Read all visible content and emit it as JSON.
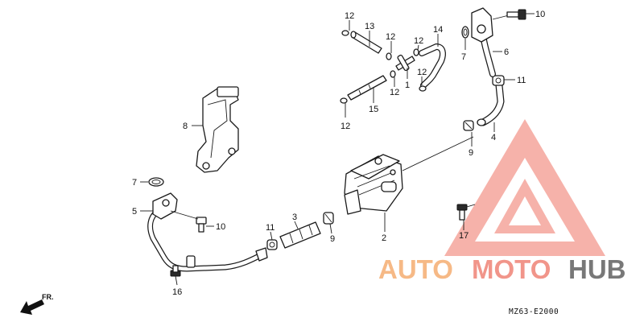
{
  "diagram": {
    "callouts": {
      "p1": "1",
      "p2": "2",
      "p3": "3",
      "p4": "4",
      "p5": "5",
      "p6": "6",
      "p7a": "7",
      "p7b": "7",
      "p8": "8",
      "p9a": "9",
      "p9b": "9",
      "p10a": "10",
      "p10b": "10",
      "p11a": "11",
      "p11b": "11",
      "p12a": "12",
      "p12b": "12",
      "p12c": "12",
      "p12d": "12",
      "p12e": "12",
      "p12f": "12",
      "p13": "13",
      "p14": "14",
      "p15": "15",
      "p16": "16",
      "p17": "17"
    },
    "drawing_code": "MZ63-E2000",
    "direction_label": "FR."
  },
  "watermark": {
    "word_a": "AUTO",
    "word_b": "MOTO",
    "word_c": "HUB",
    "colors": {
      "orange": "#f6b27a",
      "red": "#f08a7e",
      "gray": "#6a6a6a",
      "triangle": "#f4a49b"
    }
  }
}
